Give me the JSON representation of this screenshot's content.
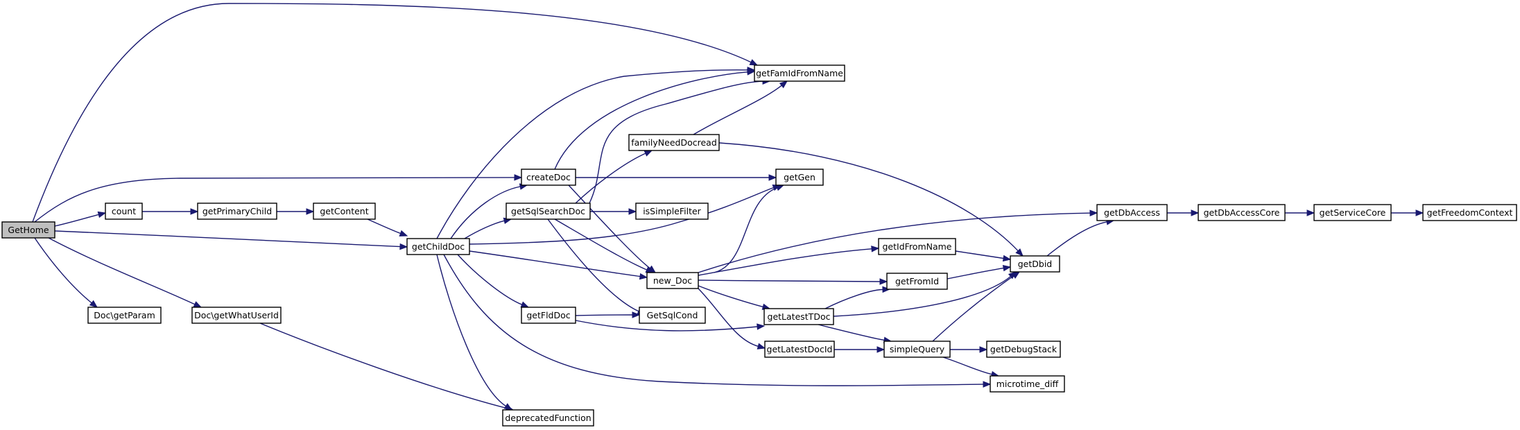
{
  "diagram": {
    "colors": {
      "edge": "#191970",
      "node_fill": "#ffffff",
      "root_fill": "#bfbfbf",
      "node_border": "#000000"
    },
    "nodes": [
      {
        "id": "GetHome",
        "label": "GetHome",
        "root": true
      },
      {
        "id": "count",
        "label": "count"
      },
      {
        "id": "getPrimaryChild",
        "label": "getPrimaryChild"
      },
      {
        "id": "getContent",
        "label": "getContent"
      },
      {
        "id": "getChildDoc",
        "label": "getChildDoc"
      },
      {
        "id": "createDoc",
        "label": "createDoc"
      },
      {
        "id": "getSqlSearchDoc",
        "label": "getSqlSearchDoc"
      },
      {
        "id": "getFldDoc",
        "label": "getFldDoc"
      },
      {
        "id": "deprecatedFunction",
        "label": "deprecatedFunction"
      },
      {
        "id": "DocGetParam",
        "label": "Doc\\getParam"
      },
      {
        "id": "DocGetWhatUserId",
        "label": "Doc\\getWhatUserId"
      },
      {
        "id": "getFamIdFromName",
        "label": "getFamIdFromName"
      },
      {
        "id": "familyNeedDocread",
        "label": "familyNeedDocread"
      },
      {
        "id": "getGen",
        "label": "getGen"
      },
      {
        "id": "isSimpleFilter",
        "label": "isSimpleFilter"
      },
      {
        "id": "new_Doc",
        "label": "new_Doc"
      },
      {
        "id": "GetSqlCond",
        "label": "GetSqlCond"
      },
      {
        "id": "getLatestTDoc",
        "label": "getLatestTDoc"
      },
      {
        "id": "getLatestDocId",
        "label": "getLatestDocId"
      },
      {
        "id": "getIdFromName",
        "label": "getIdFromName"
      },
      {
        "id": "getFromId",
        "label": "getFromId"
      },
      {
        "id": "simpleQuery",
        "label": "simpleQuery"
      },
      {
        "id": "getDbid",
        "label": "getDbid"
      },
      {
        "id": "getDbAccess",
        "label": "getDbAccess"
      },
      {
        "id": "getDbAccessCore",
        "label": "getDbAccessCore"
      },
      {
        "id": "getServiceCore",
        "label": "getServiceCore"
      },
      {
        "id": "getFreedomContext",
        "label": "getFreedomContext"
      },
      {
        "id": "getDebugStack",
        "label": "getDebugStack"
      },
      {
        "id": "microtime_diff",
        "label": "microtime_diff"
      }
    ],
    "edges": [
      [
        "GetHome",
        "getFamIdFromName"
      ],
      [
        "GetHome",
        "createDoc"
      ],
      [
        "GetHome",
        "count"
      ],
      [
        "GetHome",
        "getChildDoc"
      ],
      [
        "GetHome",
        "DocGetParam"
      ],
      [
        "GetHome",
        "DocGetWhatUserId"
      ],
      [
        "count",
        "getPrimaryChild"
      ],
      [
        "getPrimaryChild",
        "getContent"
      ],
      [
        "getContent",
        "getChildDoc"
      ],
      [
        "getChildDoc",
        "getFamIdFromName"
      ],
      [
        "getChildDoc",
        "createDoc"
      ],
      [
        "getChildDoc",
        "getSqlSearchDoc"
      ],
      [
        "getChildDoc",
        "getGen"
      ],
      [
        "getChildDoc",
        "new_Doc"
      ],
      [
        "getChildDoc",
        "getFldDoc"
      ],
      [
        "getChildDoc",
        "deprecatedFunction"
      ],
      [
        "getChildDoc",
        "microtime_diff"
      ],
      [
        "createDoc",
        "getFamIdFromName"
      ],
      [
        "createDoc",
        "getGen"
      ],
      [
        "createDoc",
        "new_Doc"
      ],
      [
        "getSqlSearchDoc",
        "getFamIdFromName"
      ],
      [
        "getSqlSearchDoc",
        "familyNeedDocread"
      ],
      [
        "getSqlSearchDoc",
        "isSimpleFilter"
      ],
      [
        "getSqlSearchDoc",
        "new_Doc"
      ],
      [
        "getSqlSearchDoc",
        "GetSqlCond"
      ],
      [
        "familyNeedDocread",
        "getFamIdFromName"
      ],
      [
        "familyNeedDocread",
        "getDbid"
      ],
      [
        "getFldDoc",
        "GetSqlCond"
      ],
      [
        "getFldDoc",
        "getLatestTDoc"
      ],
      [
        "DocGetWhatUserId",
        "deprecatedFunction"
      ],
      [
        "new_Doc",
        "getGen"
      ],
      [
        "new_Doc",
        "getDbAccess"
      ],
      [
        "new_Doc",
        "getIdFromName"
      ],
      [
        "new_Doc",
        "getFromId"
      ],
      [
        "new_Doc",
        "getLatestTDoc"
      ],
      [
        "new_Doc",
        "getLatestDocId"
      ],
      [
        "getLatestTDoc",
        "getFromId"
      ],
      [
        "getLatestTDoc",
        "getDbid"
      ],
      [
        "getLatestTDoc",
        "simpleQuery"
      ],
      [
        "getLatestDocId",
        "simpleQuery"
      ],
      [
        "getIdFromName",
        "getDbid"
      ],
      [
        "getFromId",
        "getDbid"
      ],
      [
        "simpleQuery",
        "getDbid"
      ],
      [
        "simpleQuery",
        "getDebugStack"
      ],
      [
        "simpleQuery",
        "microtime_diff"
      ],
      [
        "getDbid",
        "getDbAccess"
      ],
      [
        "getDbAccess",
        "getDbAccessCore"
      ],
      [
        "getDbAccessCore",
        "getServiceCore"
      ],
      [
        "getServiceCore",
        "getFreedomContext"
      ]
    ]
  }
}
